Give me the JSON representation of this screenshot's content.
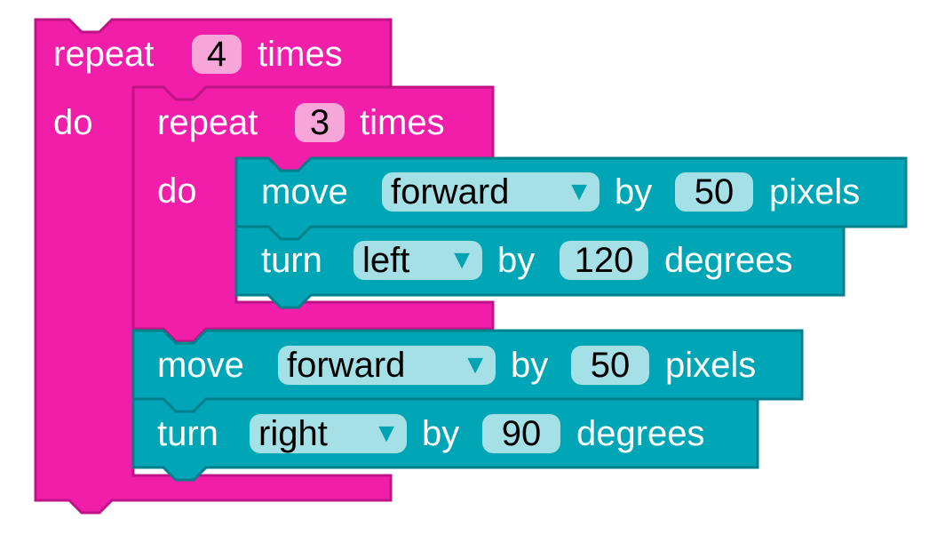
{
  "colors": {
    "repeat_block": "#f01ea8",
    "repeat_block_dark": "#bf1486",
    "move_block": "#00a6b5",
    "move_block_dark": "#007f8c",
    "number_field_pink": "#f6a6d8",
    "field_teal": "#a4e0e5"
  },
  "outer_repeat": {
    "keyword": "repeat",
    "count": "4",
    "suffix": "times",
    "do_label": "do"
  },
  "inner_repeat": {
    "keyword": "repeat",
    "count": "3",
    "suffix": "times",
    "do_label": "do"
  },
  "inner_move": {
    "keyword": "move",
    "direction": "forward",
    "by": "by",
    "amount": "50",
    "unit": "pixels"
  },
  "inner_turn": {
    "keyword": "turn",
    "direction": "left",
    "by": "by",
    "amount": "120",
    "unit": "degrees"
  },
  "outer_move": {
    "keyword": "move",
    "direction": "forward",
    "by": "by",
    "amount": "50",
    "unit": "pixels"
  },
  "outer_turn": {
    "keyword": "turn",
    "direction": "right",
    "by": "by",
    "amount": "90",
    "unit": "degrees"
  },
  "icons": {
    "dropdown_arrow": "dropdown-arrow-icon",
    "dropdown_glyph": "▼"
  }
}
